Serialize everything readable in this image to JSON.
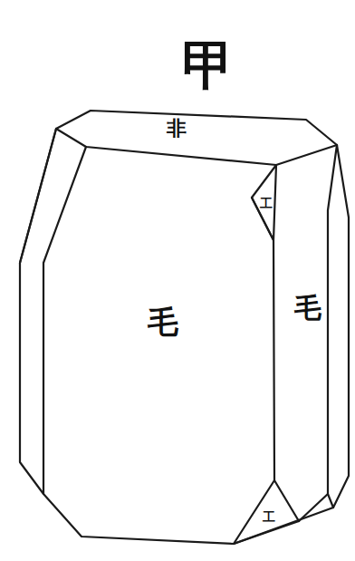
{
  "diagram": {
    "title": "甲",
    "labels": [
      "非",
      "工",
      "毛",
      "毛",
      "工"
    ]
  }
}
